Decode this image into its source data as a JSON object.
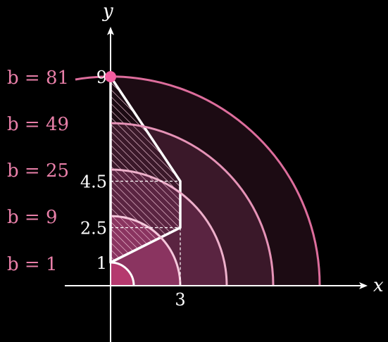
{
  "axes": {
    "x_label": "x",
    "y_label": "y",
    "x_ticks": [
      {
        "value": 3,
        "label": "3"
      }
    ],
    "y_ticks": [
      {
        "value": 1,
        "label": "1"
      },
      {
        "value": 2.5,
        "label": "2.5"
      },
      {
        "value": 4.5,
        "label": "4.5"
      },
      {
        "value": 9,
        "label": "9"
      }
    ]
  },
  "level_curves": [
    {
      "b": 1,
      "label": "b = 1",
      "fill": "#b5396e",
      "stroke": "#ffffff"
    },
    {
      "b": 9,
      "label": "b = 9",
      "fill": "#8a3460",
      "stroke": "#f5c8dc"
    },
    {
      "b": 25,
      "label": "b = 25",
      "fill": "#5a2441",
      "stroke": "#eeb0cb"
    },
    {
      "b": 49,
      "label": "b = 49",
      "fill": "#3a1829",
      "stroke": "#e693b7"
    },
    {
      "b": 81,
      "label": "b = 81",
      "fill": "#1c0b13",
      "stroke": "#dd6d9c"
    }
  ],
  "region": {
    "vertices": [
      [
        0,
        1
      ],
      [
        3,
        2.5
      ],
      [
        3,
        4.5
      ],
      [
        0,
        9
      ]
    ],
    "hatch_color": "#f3c6d8",
    "outline_color": "#ffffff"
  },
  "optimum": {
    "x": 0,
    "y": 9,
    "color": "#f35c9f"
  },
  "colors": {
    "axis": "#ffffff",
    "label": "#e87fa8",
    "background": "#000000"
  }
}
